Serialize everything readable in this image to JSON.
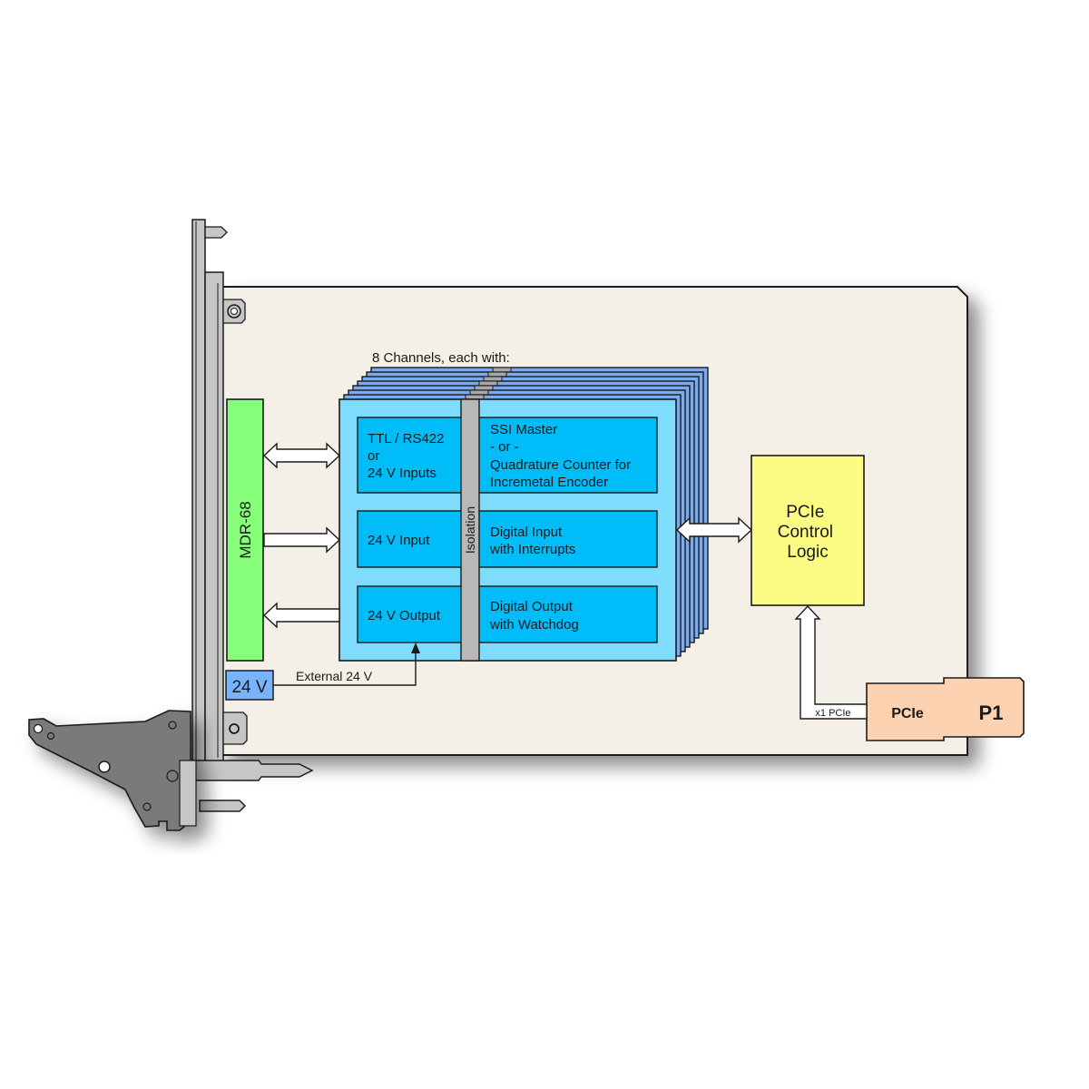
{
  "diagram": {
    "title": "PCIe Encoder / Digital I/O Card Block Diagram",
    "colors": {
      "board": "#f4f0e8",
      "panel": "#c6c6c6",
      "handle": "#7a7a7a",
      "connector_mdr": "#88ff7a",
      "channel_outer": "#7fdcfc",
      "channel_stack": "#7aaaf0",
      "channel_inner": "#00bcf8",
      "isolation": "#b8b8b8",
      "pcie_logic": "#fcfc84",
      "p1_connector": "#fcd2b0",
      "power": "#78b4fc"
    },
    "channels_caption": "8 Channels, each with:",
    "channel_count": 8,
    "mdr_label": "MDR-68",
    "isolation_label": "Isolation",
    "rows": [
      {
        "left": [
          "TTL / RS422",
          "or",
          "24 V Inputs"
        ],
        "right": [
          "SSI Master",
          " - or -",
          "Quadrature Counter for",
          "Incremetal Encoder"
        ],
        "arrow": "bidirectional"
      },
      {
        "left": [
          "24 V Input"
        ],
        "right": [
          "Digital Input",
          "with Interrupts"
        ],
        "arrow": "to-channel"
      },
      {
        "left": [
          "24 V Output"
        ],
        "right": [
          "Digital Output",
          "with Watchdog"
        ],
        "arrow": "to-connector"
      }
    ],
    "pcie_logic_label": [
      "PCIe",
      "Control",
      "Logic"
    ],
    "power_label": "24 V",
    "external_power_label": "External 24 V",
    "pcie_link_label": "x1 PCIe",
    "connector_pcie_label": "PCIe",
    "connector_p1_label": "P1"
  }
}
